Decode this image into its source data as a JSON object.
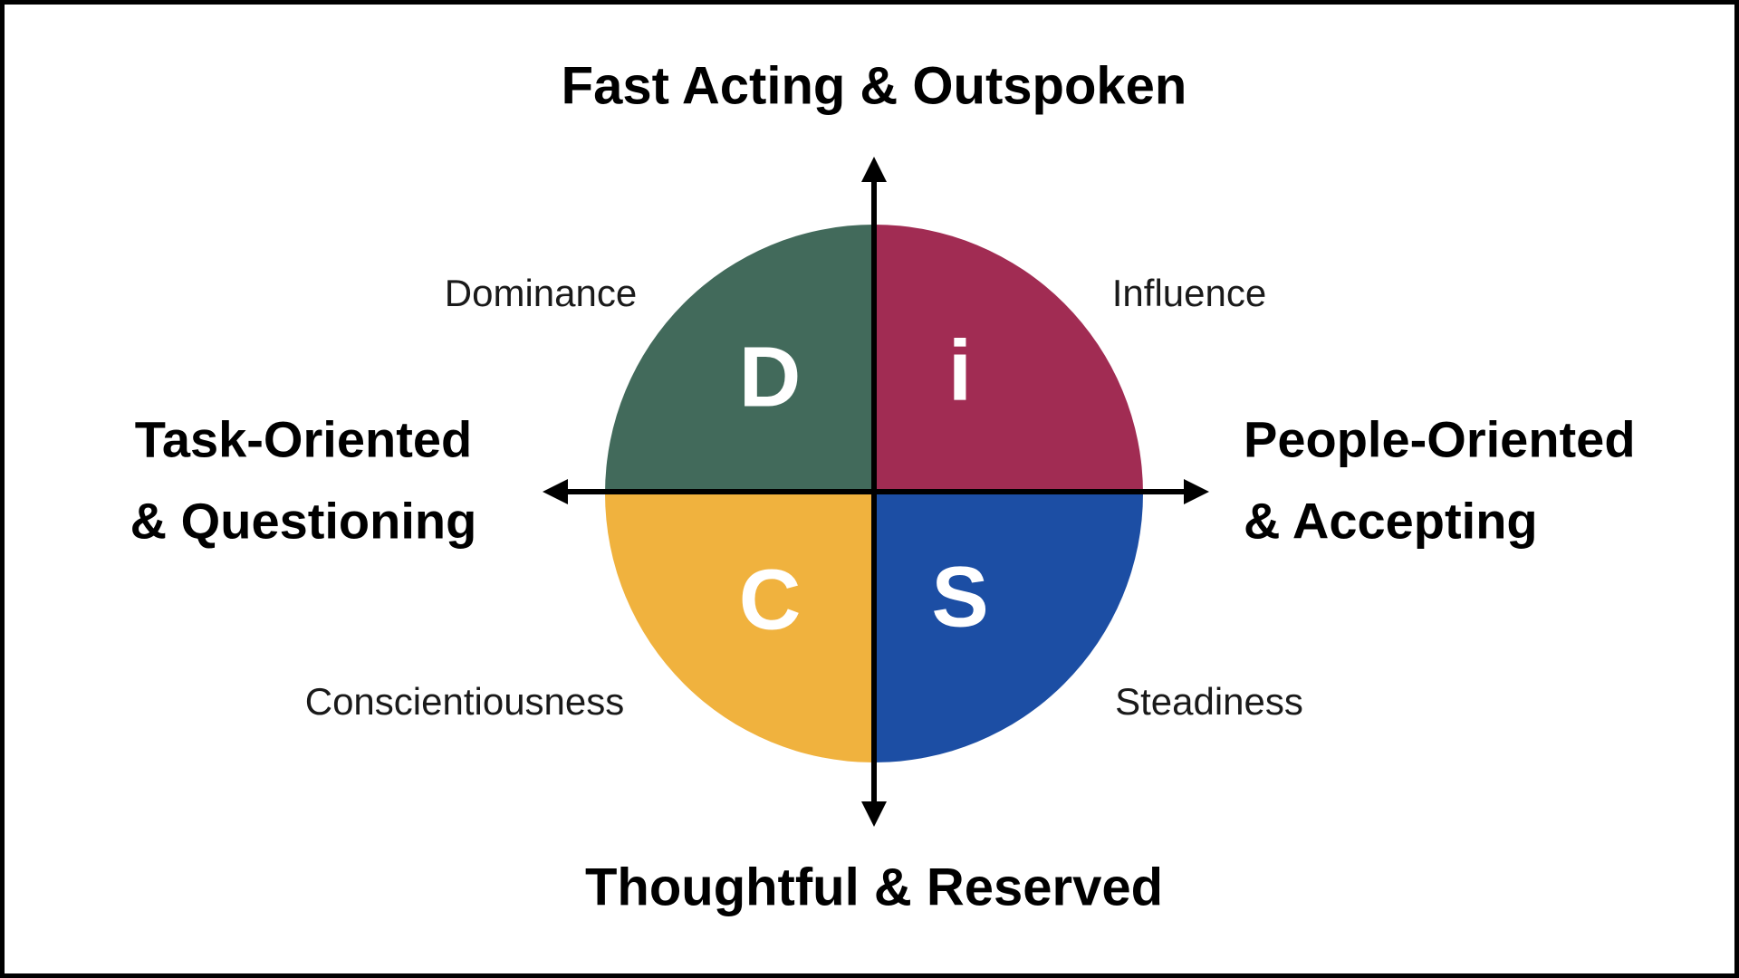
{
  "page": {
    "background": "#FFFFFF",
    "frame_border_color": "#000000"
  },
  "diagram": {
    "model": "DISC quadrant diagram",
    "pole_labels": {
      "top": "Fast Acting & Outspoken",
      "bottom": "Thoughtful & Reserved",
      "left_line1": "Task-Oriented",
      "left_line2": "& Questioning",
      "right_line1": "People-Oriented",
      "right_line2": "& Accepting"
    },
    "quadrants": {
      "top_left": {
        "letter": "D",
        "name": "Dominance",
        "color": "#426A5B"
      },
      "top_right": {
        "letter": "i",
        "name": "Influence",
        "color": "#A12C53"
      },
      "bottom_left": {
        "letter": "C",
        "name": "Conscientiousness",
        "color": "#F0B23E"
      },
      "bottom_right": {
        "letter": "S",
        "name": "Steadiness",
        "color": "#1C4EA4"
      }
    },
    "colors": {
      "letter_text": "#FFFFFF",
      "axis": "#000000",
      "label_text": "#1A1A1A"
    }
  }
}
